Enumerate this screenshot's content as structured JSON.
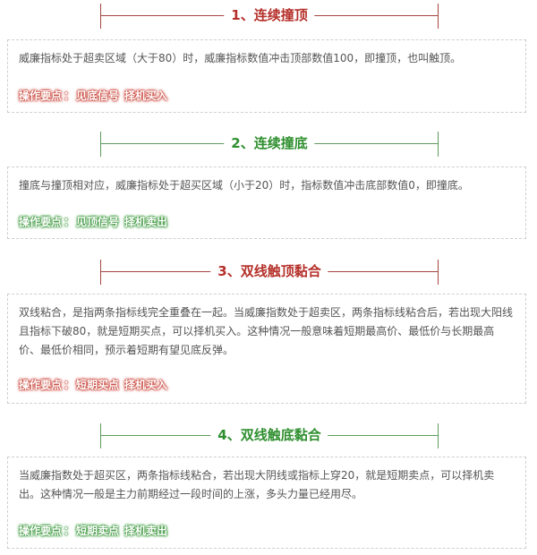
{
  "sections": [
    {
      "title": "1、连续撞顶",
      "theme": "red",
      "color": "#b5302a",
      "description": "威廉指标处于超卖区域（大于80）时，威廉指标数值冲击顶部数值100，即撞顶，也叫触顶。",
      "tag": {
        "label": "操作要点",
        "separator": "：",
        "signal": "见底信号",
        "action": "择机买入"
      }
    },
    {
      "title": "2、连续撞底",
      "theme": "green",
      "color": "#2f8f2f",
      "description": "撞底与撞顶相对应，威廉指标处于超买区域（小于20）时，指标数值冲击底部数值0，即撞底。",
      "tag": {
        "label": "操作要点",
        "separator": "：",
        "signal": "见顶信号",
        "action": "择机卖出"
      }
    },
    {
      "title": "3、双线触顶黏合",
      "theme": "red",
      "color": "#b5302a",
      "description": "双线粘合，是指两条指标线完全重叠在一起。当威廉指数处于超卖区，两条指标线粘合后，若出现大阳线且指标下破80，就是短期买点，可以择机买入。这种情况一般意味着短期最高价、最低价与长期最高价、最低价相同，预示着短期有望见底反弹。",
      "tag": {
        "label": "操作要点",
        "separator": "：",
        "signal": "短期买点",
        "action": "择机买入"
      }
    },
    {
      "title": "4、双线触底黏合",
      "theme": "green",
      "color": "#2f8f2f",
      "description": "当威廉指数处于超买区，两条指标线粘合，若出现大阴线或指标上穿20，就是短期卖点，可以择机卖出。这种情况一般是主力前期经过一段时间的上涨，多头力量已经用尽。",
      "tag": {
        "label": "操作要点",
        "separator": "：",
        "signal": "短期卖点",
        "action": "择机卖出"
      }
    }
  ]
}
